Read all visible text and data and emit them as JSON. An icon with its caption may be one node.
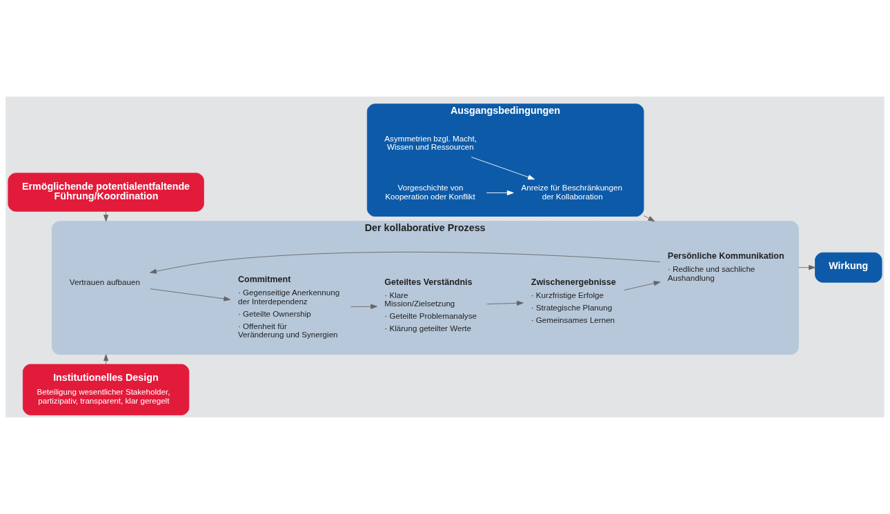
{
  "diagram": {
    "nodes": [
      {
        "text": [
          "Institutionelles Design",
          "Beteiligung wesentlicher Stakeholder, partizipativ, transparent, klar geregelt"
        ]
      },
      {
        "text": [
          "Ausgangsbedingungen"
        ]
      },
      {
        "text": [
          "Asymmetrien bzgl. Macht, Wissen und Ressourcen"
        ],
        "in": 1
      },
      {
        "text": [
          "Anreize für Beschränkungen der Kollaboration"
        ],
        "in": 1
      },
      {
        "text": [
          "Vorgeschichte von Kooperation oder Konflikt"
        ],
        "in": 1
      },
      {
        "text": [
          "Der kollaborative Prozess"
        ]
      },
      {
        "text": [
          "Vertrauen aufbauen"
        ],
        "in": 5
      },
      {
        "text": [
          "Commitment",
          "· Gegenseitige Anerkennung der Interdependenz",
          "· Geteilte Ownership",
          "· Offenheit für Veränderung und Synergien"
        ],
        "in": 5
      },
      {
        "text": [
          "Persönliche Kommunikation",
          "· Redliche und sachliche Aushandlung"
        ],
        "in": 5
      },
      {
        "text": [
          "Zwischenergebnisse",
          "· Kurzfristige Erfolge",
          "· Strategische Planung",
          "· Gemeinsames Lernen"
        ],
        "in": 5
      },
      {
        "text": [
          "Geteiltes Verständnis",
          "· Klare Mission/Zielsetzung",
          "· Geteilte Problemanalyse",
          "· Klärung geteilter Werte"
        ],
        "in": 5
      },
      {
        "text": [
          "Wirkung"
        ]
      },
      {
        "text": [
          "Ermöglichende potentialentfaltende Führung/Koordination"
        ]
      }
    ],
    "edges": [
      {
        "from": 0,
        "to": 5,
        "arrow": "to"
      },
      {
        "from": 2,
        "to": 3,
        "arrow": "to",
        "color": "#ffffff"
      },
      {
        "from": 4,
        "to": 3,
        "arrow": "to",
        "color": "#ffffff"
      },
      {
        "from": 1,
        "to": 5,
        "arrow": "to"
      },
      {
        "from": 6,
        "to": 7,
        "arrow": "to"
      },
      {
        "from": 7,
        "to": 10,
        "arrow": "to"
      },
      {
        "from": 10,
        "to": 9,
        "arrow": "to"
      },
      {
        "from": 9,
        "to": 8,
        "arrow": "to"
      },
      {
        "from": 8,
        "to": 6,
        "arrow": "to"
      },
      {
        "from": 5,
        "to": 11,
        "arrow": "to"
      },
      {
        "from": 12,
        "to": 5,
        "arrow": "to"
      }
    ]
  }
}
